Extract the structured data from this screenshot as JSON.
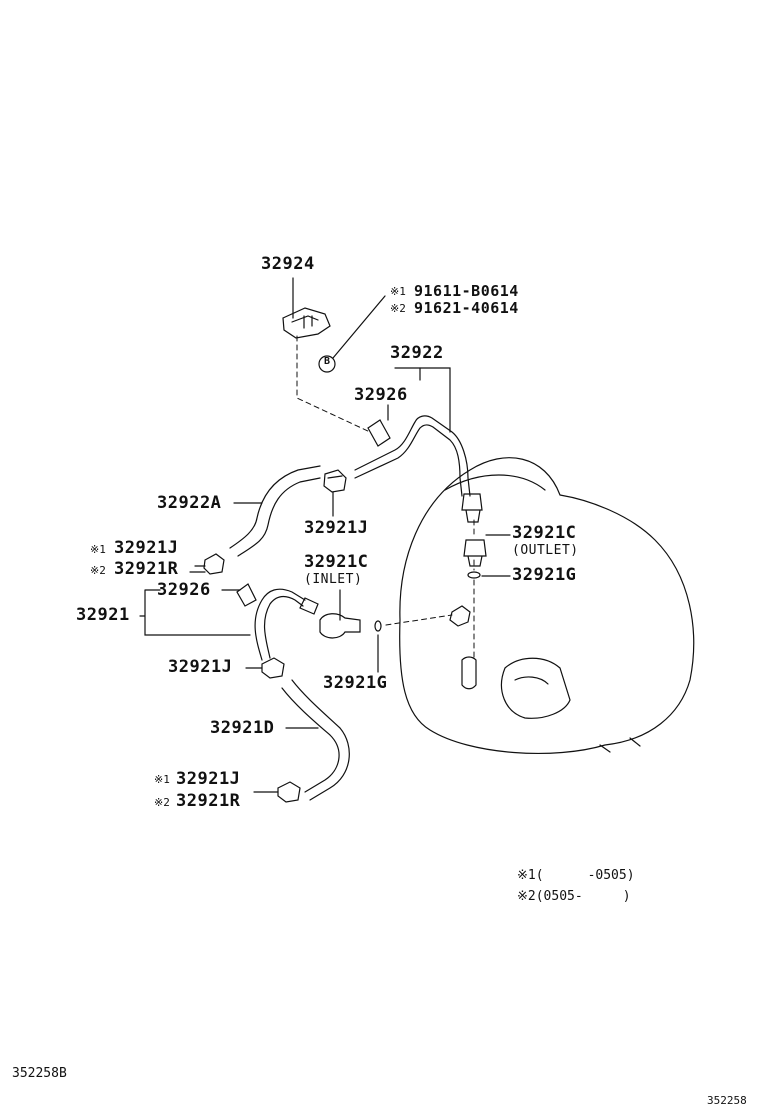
{
  "marks": {
    "note1": "※1",
    "note2": "※2"
  },
  "labels": {
    "p32924": "32924",
    "p91611": "91611-B0614",
    "p91621": "91621-40614",
    "p32922": "32922",
    "p32926_top": "32926",
    "p32922A": "32922A",
    "p32921J_mid": "32921J",
    "p32921J_left": "32921J",
    "p32921R_left": "32921R",
    "p32921C_inlet": "32921C",
    "inlet": "(INLET)",
    "p32921C_outlet": "32921C",
    "outlet": "(OUTLET)",
    "p32921G_right": "32921G",
    "p32926_mid": "32926",
    "p32921": "32921",
    "p32921J_lower": "32921J",
    "p32921G_lower": "32921G",
    "p32921D": "32921D",
    "p32921J_bottom": "32921J",
    "p32921R_bottom": "32921R",
    "bolt_marker": "B"
  },
  "footnotes": {
    "note1_open": "(",
    "note1_value": "-0505)",
    "note2_value": "(0505-",
    "note2_close": ")"
  },
  "footer": {
    "left_code": "352258B",
    "right_code": "352258"
  }
}
